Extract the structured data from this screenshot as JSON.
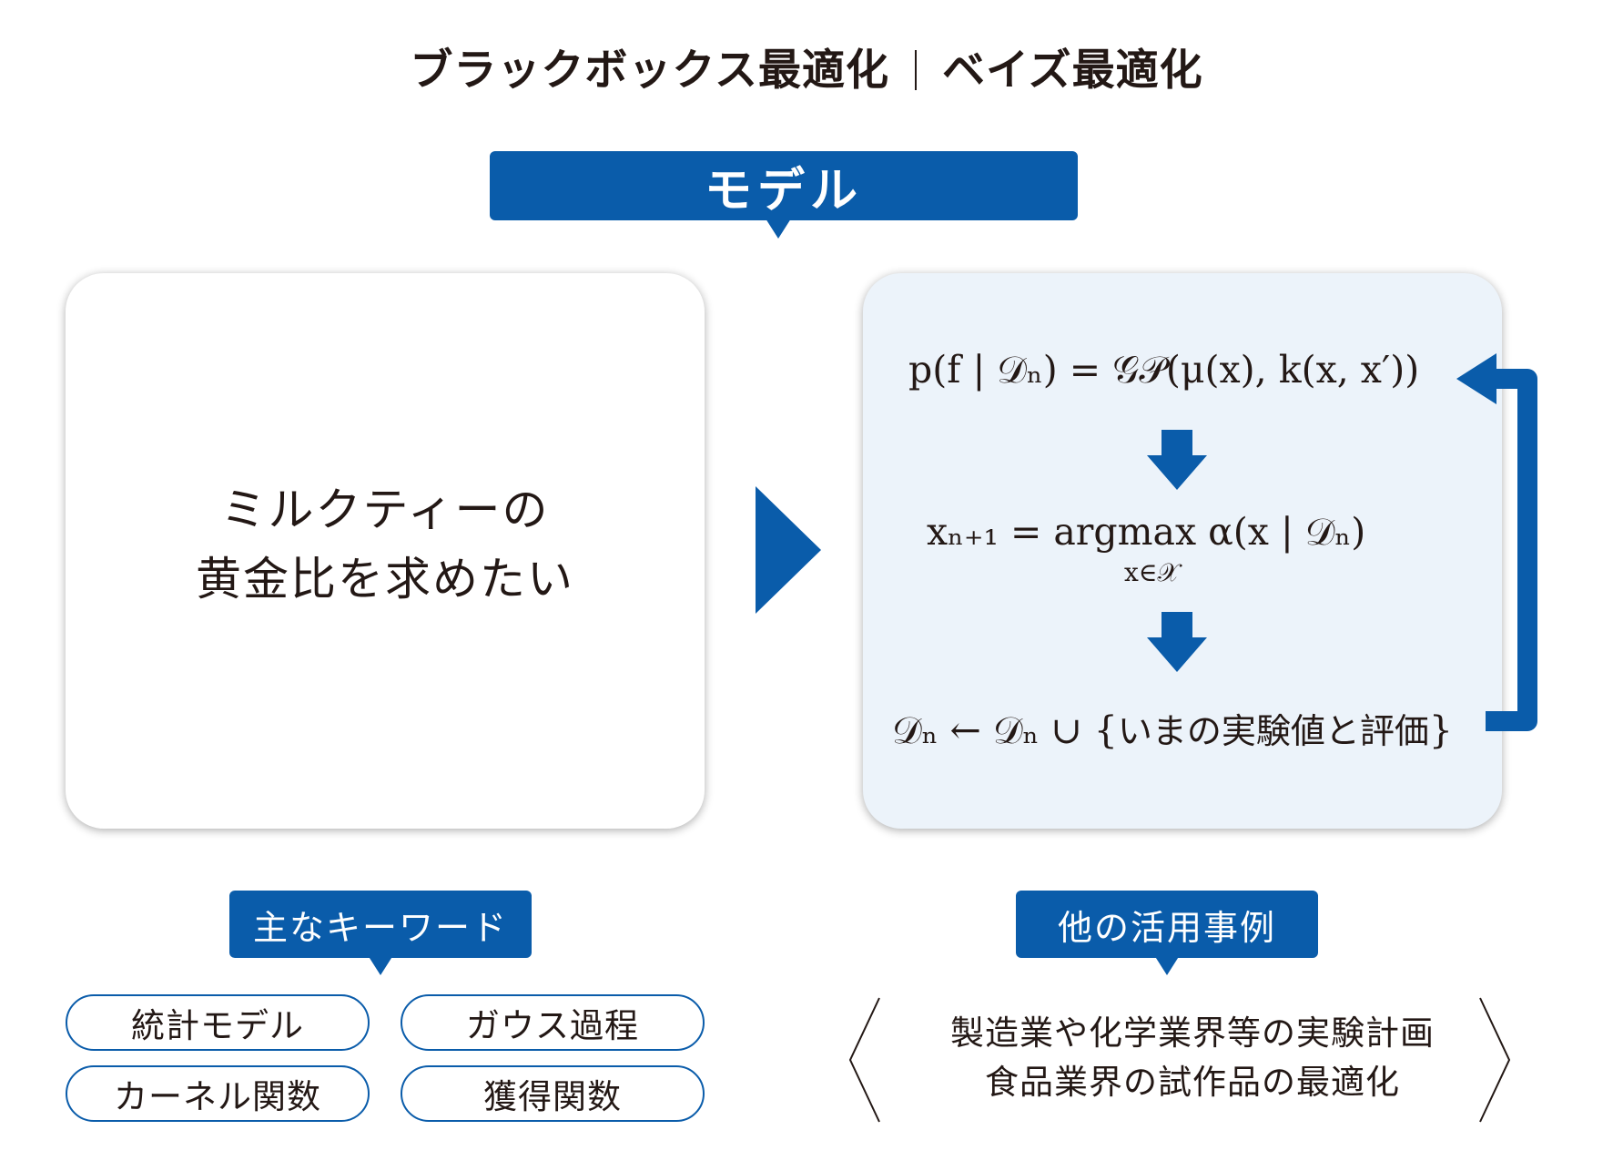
{
  "title": {
    "left": "ブラックボックス最適化",
    "right": "ベイズ最適化"
  },
  "model_label": "モデル",
  "left_card": {
    "line1": "ミルクティーの",
    "line2": "黄金比を求めたい"
  },
  "right_card": {
    "formula_1": "p(f | 𝒟ₙ) = 𝒢𝒫(μ(x), k(x, x′))",
    "formula_2": "xₙ₊₁ = argmax α(x | 𝒟ₙ)",
    "formula_2_sub": "x∈𝒳",
    "formula_3_prefix": "𝒟ₙ ← 𝒟ₙ ∪ {",
    "formula_3_text": "いまの実験値と評価",
    "formula_3_suffix": "}"
  },
  "keywords": {
    "label": "主なキーワード",
    "items": [
      "統計モデル",
      "ガウス過程",
      "カーネル関数",
      "獲得関数"
    ]
  },
  "cases": {
    "label": "他の活用事例",
    "lines": [
      "製造業や化学業界等の実験計画",
      "食品業界の試作品の最適化"
    ]
  },
  "colors": {
    "accent": "#0a5caa",
    "card_tint": "#ecf3fa",
    "text": "#231815"
  },
  "icons": [
    "play-arrow-icon",
    "down-arrow-icon",
    "loop-arrow-icon",
    "angle-bracket-icon"
  ]
}
